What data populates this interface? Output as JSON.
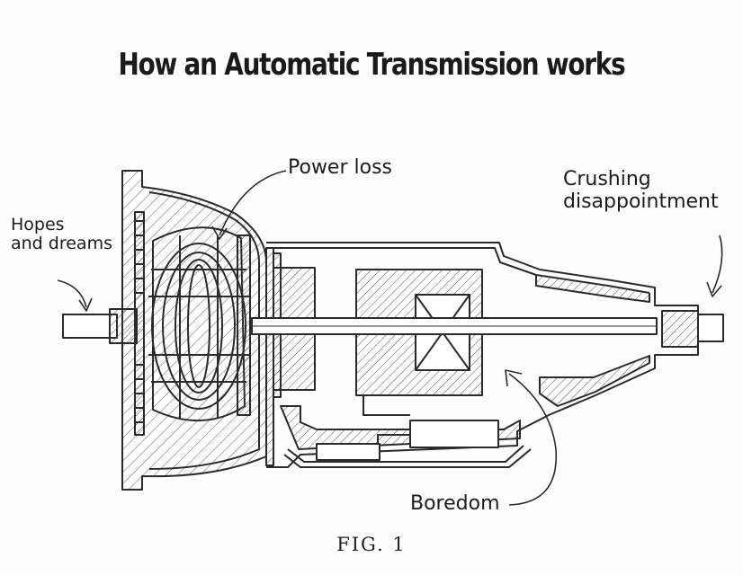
{
  "title": "How an Automatic Transmission works",
  "labels": {
    "power_loss": "Power loss",
    "hopes_line1": "Hopes",
    "hopes_line2": "and dreams",
    "crushing_line1": "Crushing",
    "crushing_line2": "disappointment",
    "boredom": "Boredom"
  },
  "figure_caption": "FIG. 1",
  "colors": {
    "ink": "#2a2a2a",
    "hatch": "#555555",
    "paper": "#ffffff"
  }
}
